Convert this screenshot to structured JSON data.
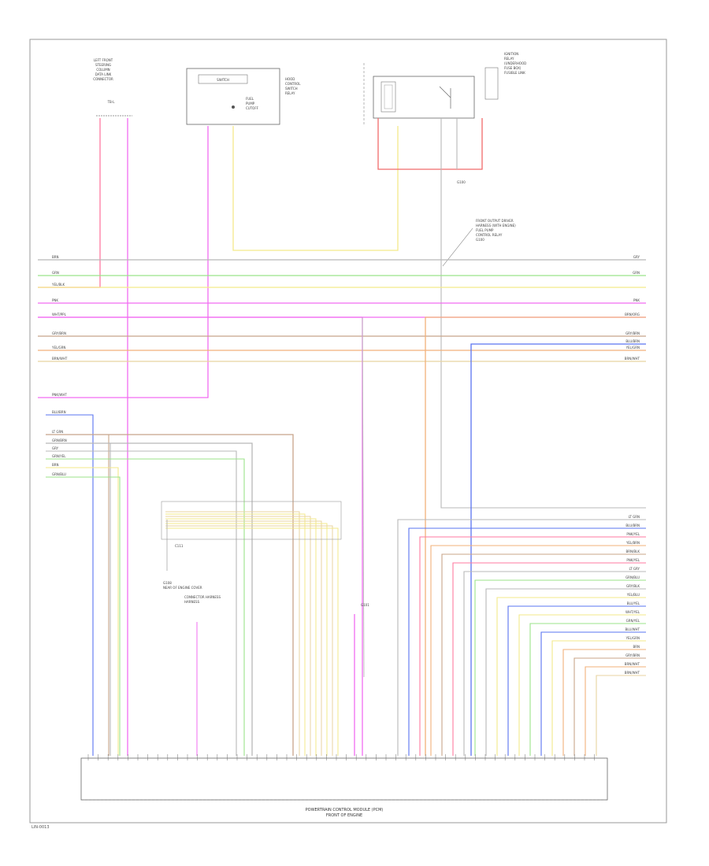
{
  "components": {
    "left_connector": [
      "LEFT FRONT",
      "STEERING",
      "COLUMN",
      "DATA LINK",
      "CONNECTOR"
    ],
    "left_connector_pin": "TB-L",
    "hood_switch": [
      "HOOD",
      "CONTROL",
      "SWITCH",
      "RELAY"
    ],
    "hood_inner": "SWITCH",
    "hood_sub": [
      "FUEL",
      "PUMP",
      "CUTOFF"
    ],
    "ignition": [
      "IGNITION",
      "RELAY",
      "(UNDERHOOD",
      "FUSE BOX)",
      "FUSIBLE LINK"
    ],
    "ground_junction": [
      "FRONT OUTPUT DRIVER",
      "HARNESS (WITH ENGINE)",
      "FUEL PUMP",
      "CONTROL RELAY",
      "G100"
    ],
    "g100_label": "G100",
    "sensor_ground": [
      "G108",
      "NEAR OF ENGINE COVER"
    ],
    "sensor_harness": [
      "CONNECTOR HARNESS",
      "HARNESS"
    ],
    "sensor_pin": "C111",
    "pcm": [
      "POWERTRAIN CONTROL MODULE (PCM)",
      "FRONT OF ENGINE"
    ],
    "ground_tag": "G101"
  },
  "wires": {
    "left_bus": [
      "BRN",
      "GRN",
      "YEL/BLK",
      "PNK",
      "WHT/PPL",
      "GRY/BRN",
      "YEL/GRN",
      "BRN/WHT",
      "PNK/WHT",
      "BLU/BRN",
      "LT GRN",
      "GRN/BRN",
      "GRY",
      "GRN/YEL",
      "BRN",
      "GRN/BLU"
    ],
    "right_bus": [
      "GRY",
      "GRN",
      "PNK",
      "BRN/ORG",
      "GRY/BRN",
      "BLU/BRN",
      "YEL/GRN",
      "BRN/WHT"
    ],
    "right_lower": [
      "LT GRN",
      "BLU/BRN",
      "PNK/YEL",
      "YEL/BRN",
      "BRN/BLK",
      "PNK/YEL",
      "LT GRY",
      "GRN/BLU",
      "GRY/BLK",
      "YEL/BLU",
      "BLU/YEL",
      "WHT/YEL",
      "GRN/YEL",
      "BLU/WHT",
      "YEL/GRN",
      "BRN",
      "GRY/BRN",
      "BRN/WHT",
      "BRN/WHT"
    ]
  },
  "footer": "LIN-0013",
  "colors": {
    "pink": "#ff7aa0",
    "magenta": "#f26cf2",
    "yellow": "#f3e98a",
    "green": "#9be38a",
    "brown": "#c8a58a",
    "blue": "#5a74f0",
    "orange": "#f2b07a",
    "gray": "#b8b8b8",
    "red": "#f06b6b",
    "tan": "#e8d3a0"
  }
}
